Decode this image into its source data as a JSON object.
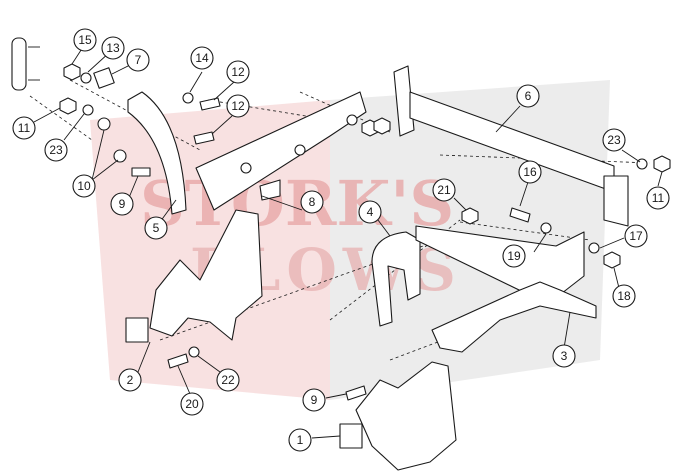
{
  "watermark": {
    "line1": "STORK'S",
    "line2": "PLOWS",
    "colors": {
      "left": "#e8a8a8",
      "right": "#c8c8c8"
    }
  },
  "callouts": [
    {
      "id": "c1",
      "label": "1"
    },
    {
      "id": "c2",
      "label": "2"
    },
    {
      "id": "c3",
      "label": "3"
    },
    {
      "id": "c4",
      "label": "4"
    },
    {
      "id": "c5",
      "label": "5"
    },
    {
      "id": "c6",
      "label": "6"
    },
    {
      "id": "c7",
      "label": "7"
    },
    {
      "id": "c8",
      "label": "8"
    },
    {
      "id": "c9a",
      "label": "9"
    },
    {
      "id": "c9b",
      "label": "9"
    },
    {
      "id": "c10",
      "label": "10"
    },
    {
      "id": "c11a",
      "label": "11"
    },
    {
      "id": "c11b",
      "label": "11"
    },
    {
      "id": "c12a",
      "label": "12"
    },
    {
      "id": "c12b",
      "label": "12"
    },
    {
      "id": "c13",
      "label": "13"
    },
    {
      "id": "c14",
      "label": "14"
    },
    {
      "id": "c15",
      "label": "15"
    },
    {
      "id": "c16",
      "label": "16"
    },
    {
      "id": "c17",
      "label": "17"
    },
    {
      "id": "c18",
      "label": "18"
    },
    {
      "id": "c19",
      "label": "19"
    },
    {
      "id": "c20",
      "label": "20"
    },
    {
      "id": "c21",
      "label": "21"
    },
    {
      "id": "c22",
      "label": "22"
    },
    {
      "id": "c23a",
      "label": "23"
    },
    {
      "id": "c23b",
      "label": "23"
    }
  ]
}
